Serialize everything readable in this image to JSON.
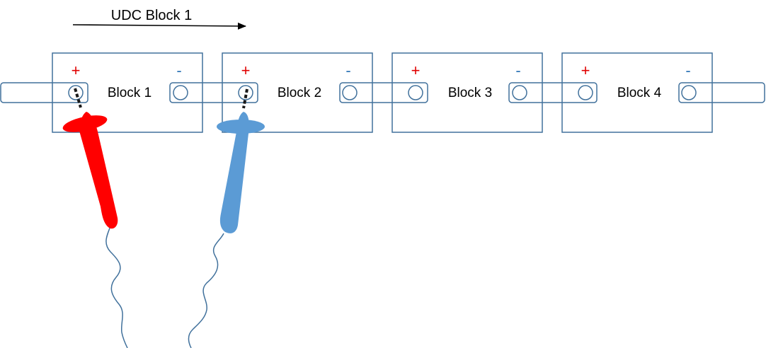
{
  "diagram": {
    "caption": "UDC Block 1",
    "colors": {
      "outline": "#41719c",
      "polarity": "#e00000",
      "minus_polarity": "#2e75b6",
      "red_probe": "#ff0000",
      "blue_probe": "#5b9bd5",
      "wire": "#41719c",
      "probe_tip": "#1a1a1a",
      "arrow": "#000000",
      "text": "#000000"
    },
    "blocks": [
      {
        "label": "Block 1",
        "plus": "+",
        "minus": "-"
      },
      {
        "label": "Block 2",
        "plus": "+",
        "minus": "-"
      },
      {
        "label": "Block 3",
        "plus": "+",
        "minus": "-"
      },
      {
        "label": "Block 4",
        "plus": "+",
        "minus": "-"
      }
    ],
    "probes": [
      {
        "name": "red-probe",
        "color": "red",
        "connected_to": "Block 1 +"
      },
      {
        "name": "blue-probe",
        "color": "blue",
        "connected_to": "Block 2 +"
      }
    ]
  }
}
